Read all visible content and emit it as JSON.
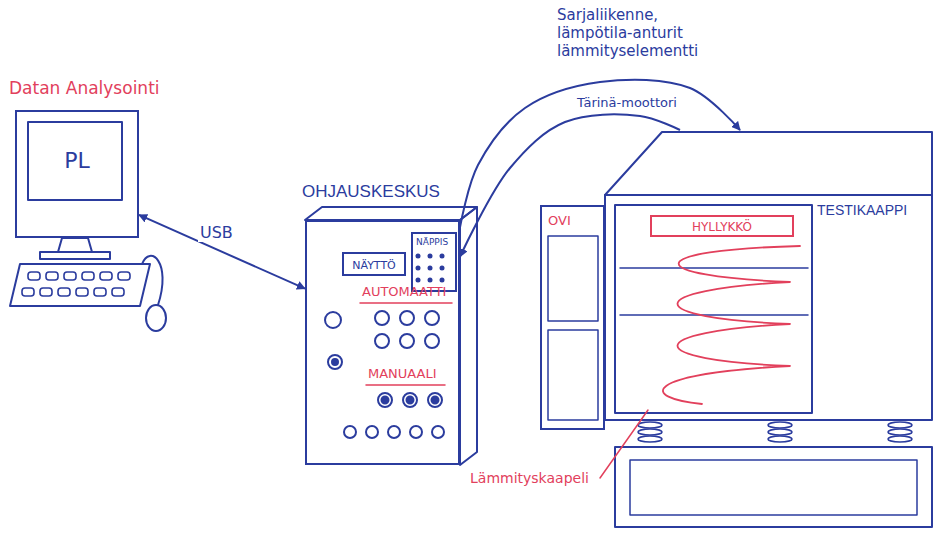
{
  "diagram": {
    "nodes": [
      {
        "text": [
          "Datan Analysointi",
          "PL"
        ]
      },
      {
        "text": [
          "OHJAUSKESKUS"
        ]
      },
      {
        "text": [
          "NÄYTTÖ"
        ],
        "in": 1
      },
      {
        "text": [
          "NÄPPIS"
        ],
        "in": 1
      },
      {
        "text": [
          "TESTIKAAPPI"
        ]
      },
      {
        "text": [
          "OVI"
        ],
        "in": 4
      },
      {
        "text": [
          "HYLLYKKÖ"
        ],
        "in": 4
      }
    ],
    "edges": [
      {
        "from": 0,
        "to": 1,
        "arrow": "both",
        "label": "USB"
      },
      {
        "from": 1,
        "to": 4,
        "arrow": "to",
        "label": "Sarjaliikenne, lämpötila-anturit lämmityselementti"
      },
      {
        "from": 4,
        "to": 1,
        "arrow": "to",
        "label": "Tärinä-moottori"
      }
    ],
    "labels": [
      "AUTOMAATTI",
      "MANUAALI",
      "Lämmityskaapeli"
    ]
  }
}
